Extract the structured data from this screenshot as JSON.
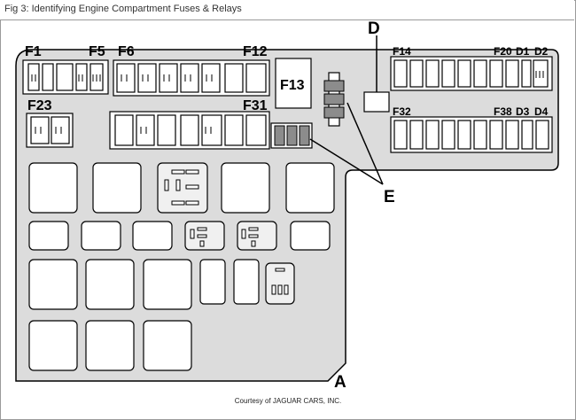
{
  "figure": {
    "caption": "Fig 3: Identifying Engine Compartment Fuses & Relays",
    "credit": "Courtesy of JAGUAR CARS, INC."
  },
  "labels": {
    "f1": "F1",
    "f5": "F5",
    "f6": "F6",
    "f12": "F12",
    "f13": "F13",
    "f23": "F23",
    "f31": "F31",
    "f14": "F14",
    "f20": "F20",
    "d1": "D1",
    "d2": "D2",
    "f32": "F32",
    "f38": "F38",
    "d3": "D3",
    "d4": "D4",
    "d": "D",
    "e": "E",
    "a": "A"
  },
  "colors": {
    "box_fill": "#dcdcdc",
    "outline": "#000000",
    "module_fill": "#ffffff",
    "relay_fill": "#f0f0f0",
    "diode_fill": "#8c8c8c"
  }
}
